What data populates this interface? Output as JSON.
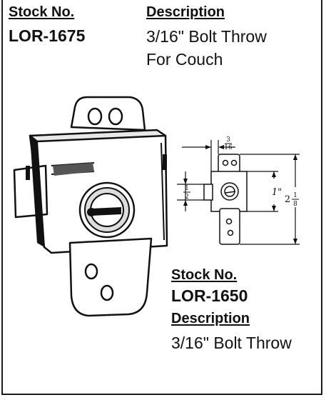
{
  "top": {
    "stock_heading": "Stock No.",
    "stock_number": "LOR-1675",
    "description_heading": "Description",
    "description_lines": [
      "3/16\" Bolt Throw",
      "For Couch"
    ]
  },
  "bottom": {
    "stock_heading": "Stock No.",
    "stock_number": "LOR-1650",
    "description_heading": "Description",
    "description_line": "3/16\" Bolt Throw"
  },
  "dimensions": {
    "top_offset": {
      "num": "3",
      "den": "16"
    },
    "bolt_height": {
      "num": "1",
      "den": "2"
    },
    "body_height": "1\"",
    "overall_height": {
      "whole": "2",
      "num": "1",
      "den": "8"
    }
  }
}
